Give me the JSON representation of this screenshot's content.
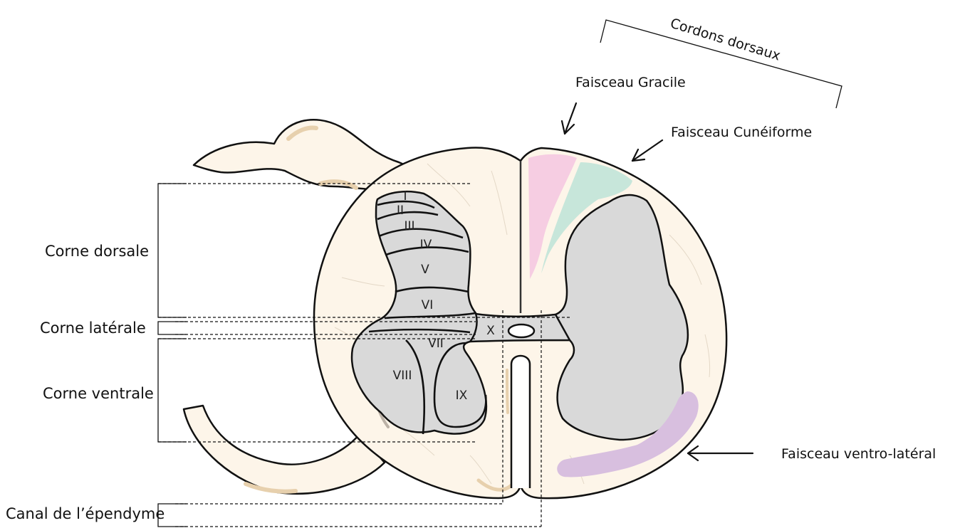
{
  "side_labels": {
    "dorsal_horn": "Corne dorsale",
    "lateral_horn": "Corne latérale",
    "ventral_horn": "Corne ventrale",
    "central_canal": "Canal de l’épendyme"
  },
  "tracts": {
    "dorsal_columns": "Cordons dorsaux",
    "gracile": "Faisceau Gracile",
    "cuneate": "Faisceau Cunéiforme",
    "ventrolateral": "Faisceau ventro-latéral"
  },
  "laminae": [
    "I",
    "II",
    "III",
    "IV",
    "V",
    "VI",
    "VII",
    "VIII",
    "IX",
    "X"
  ],
  "colors": {
    "white_matter": "#fdf5e9",
    "gray_matter": "#d9d9d9",
    "gracile": "#f6cde2",
    "cuneate": "#c7e6da",
    "ventrolateral": "#d8bfdf",
    "shading": "#e7d0ad"
  }
}
